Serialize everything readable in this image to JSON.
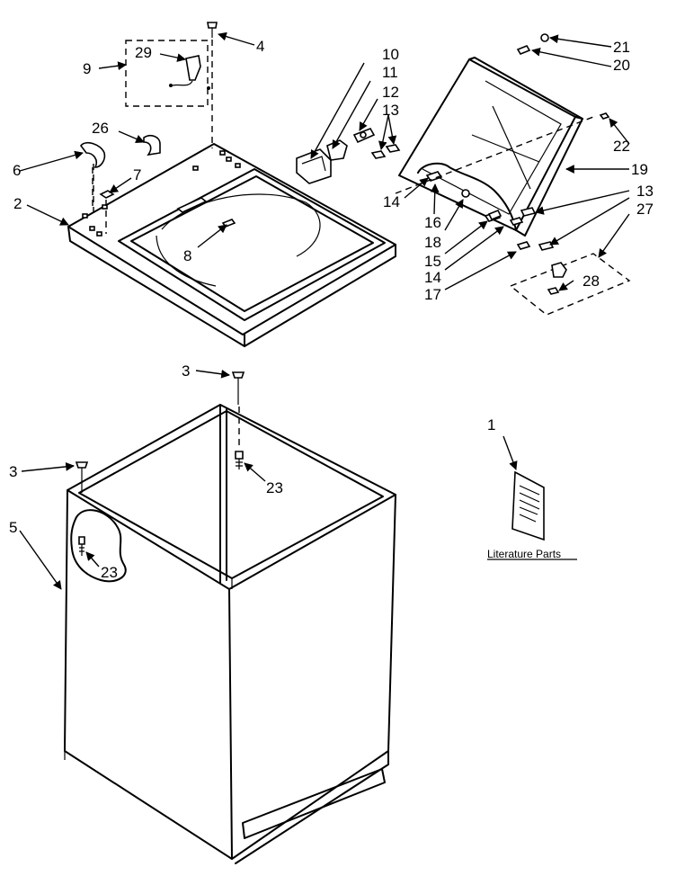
{
  "labels": {
    "l1": "1",
    "l2": "2",
    "l3a": "3",
    "l3b": "3",
    "l4": "4",
    "l5": "5",
    "l6": "6",
    "l7": "7",
    "l8": "8",
    "l9": "9",
    "l10": "10",
    "l11": "11",
    "l12": "12",
    "l13a": "13",
    "l13b": "13",
    "l14a": "14",
    "l14b": "14",
    "l15": "15",
    "l16": "16",
    "l17": "17",
    "l18": "18",
    "l19": "19",
    "l20": "20",
    "l21": "21",
    "l22": "22",
    "l23a": "23",
    "l23b": "23",
    "l26": "26",
    "l27": "27",
    "l28": "28",
    "l29": "29"
  },
  "caption": "Literature Parts"
}
